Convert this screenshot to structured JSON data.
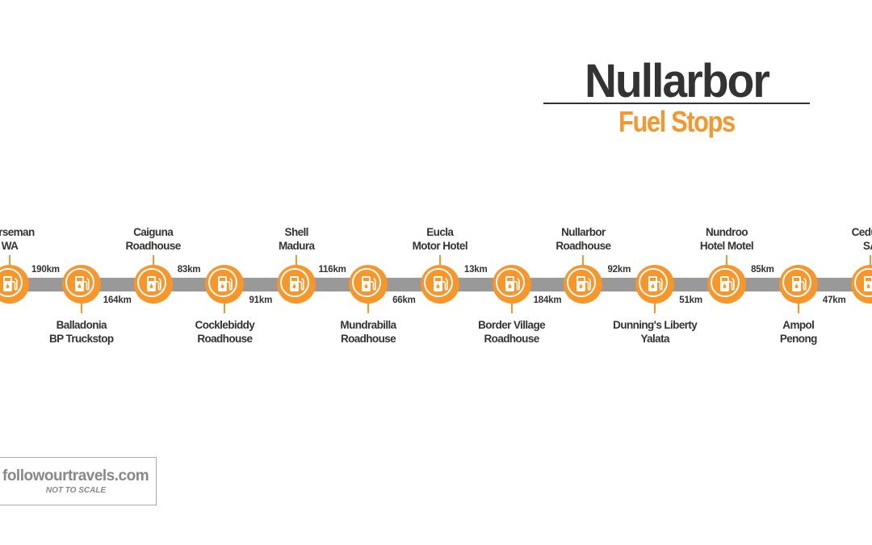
{
  "header": {
    "title": "Nullarbor",
    "subtitle": "Fuel Stops"
  },
  "colors": {
    "accent": "#f7962b",
    "road": "#999999",
    "text": "#333333"
  },
  "icon": "fuel-pump-icon",
  "stops": [
    {
      "line1": "Norseman",
      "line2": "WA"
    },
    {
      "line1": "Balladonia",
      "line2": "BP Truckstop"
    },
    {
      "line1": "Caiguna",
      "line2": "Roadhouse"
    },
    {
      "line1": "Cocklebiddy",
      "line2": "Roadhouse"
    },
    {
      "line1": "Shell",
      "line2": "Madura"
    },
    {
      "line1": "Mundrabilla",
      "line2": "Roadhouse"
    },
    {
      "line1": "Eucla",
      "line2": "Motor Hotel"
    },
    {
      "line1": "Border Village",
      "line2": "Roadhouse"
    },
    {
      "line1": "Nullarbor",
      "line2": "Roadhouse"
    },
    {
      "line1": "Dunning's Liberty",
      "line2": "Yalata"
    },
    {
      "line1": "Nundroo",
      "line2": "Hotel Motel"
    },
    {
      "line1": "Ampol",
      "line2": "Penong"
    },
    {
      "line1": "Ceduna",
      "line2": "SA"
    }
  ],
  "distances": [
    "190km",
    "164km",
    "83km",
    "91km",
    "116km",
    "66km",
    "13km",
    "184km",
    "92km",
    "51km",
    "85km",
    "47km"
  ],
  "footer": {
    "brand": "followourtravels.com",
    "note": "NOT TO SCALE"
  }
}
